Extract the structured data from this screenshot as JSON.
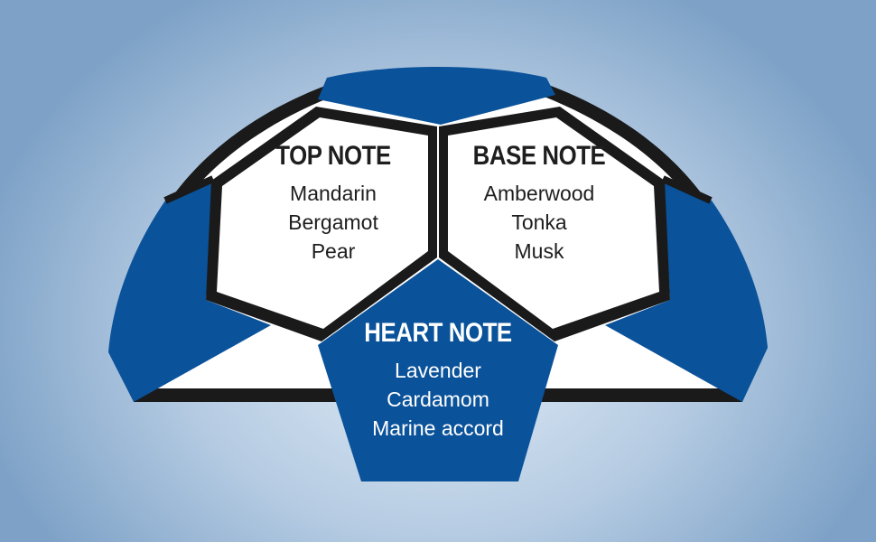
{
  "colors": {
    "blue": "#0a529a",
    "blue_dark": "#0a4a8c",
    "white": "#ffffff",
    "outline": "#1a1a1a"
  },
  "panels": {
    "top": {
      "title": "TOP NOTE",
      "items": [
        "Mandarin",
        "Bergamot",
        "Pear"
      ]
    },
    "base": {
      "title": "BASE NOTE",
      "items": [
        "Amberwood",
        "Tonka",
        "Musk"
      ]
    },
    "heart": {
      "title": "HEART NOTE",
      "items": [
        "Lavender",
        "Cardamom",
        "Marine accord"
      ]
    }
  }
}
